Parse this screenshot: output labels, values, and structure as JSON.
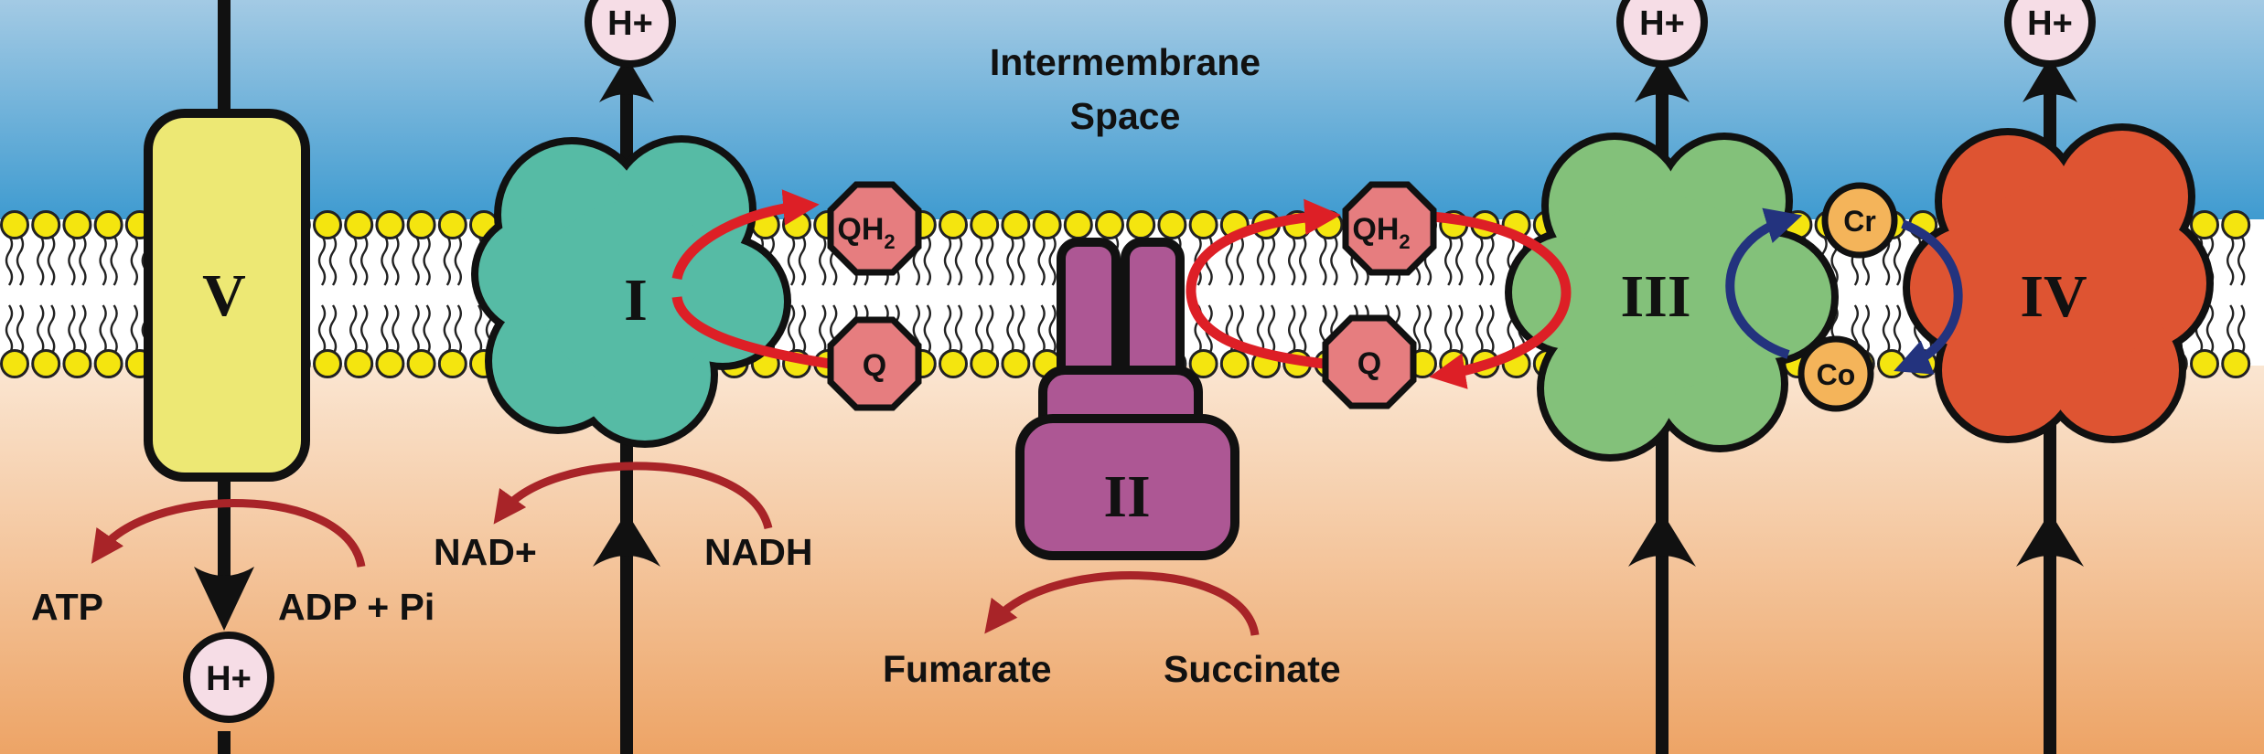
{
  "title": {
    "line1": "Intermembrane",
    "line2": "Space"
  },
  "complexes": {
    "v": "V",
    "i": "I",
    "ii": "II",
    "iii": "III",
    "iv": "IV"
  },
  "quinones": {
    "qh2_prefix": "QH",
    "qh2_subscript": "2",
    "q": "Q"
  },
  "cytochrome": {
    "reduced": "Cr",
    "oxidized": "Co"
  },
  "proton": "H+",
  "reactions": {
    "atp": "ATP",
    "adp_pi": "ADP + Pi",
    "nad_plus": "NAD+",
    "nadh": "NADH",
    "fumarate": "Fumarate",
    "succinate": "Succinate"
  },
  "colors": {
    "intermembrane_top": "#a3cae4",
    "intermembrane_bottom": "#3f9bd0",
    "matrix_top": "#fdf1e4",
    "matrix_bottom": "#eda466",
    "phospholipid_head": "#f4e50f",
    "complex_v": "#ede874",
    "complex_i": "#56bba5",
    "complex_ii": "#ad5794",
    "complex_iii": "#83c17a",
    "complex_iv": "#de5432",
    "quinone": "#e67d7f",
    "cytochrome": "#f4b45a",
    "proton_badge": "#f6dde6",
    "reaction_arrow": "#a82428",
    "quinone_cycle_arrow": "#dd1f26",
    "cytochrome_cycle_arrow": "#23337e"
  }
}
